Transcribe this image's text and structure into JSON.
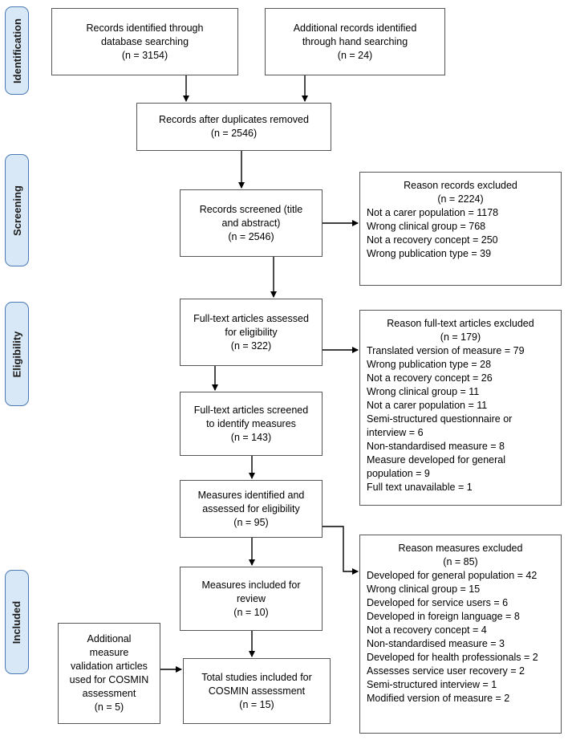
{
  "stages": {
    "identification": "Identification",
    "screening": "Screening",
    "eligibility": "Eligibility",
    "included": "Included"
  },
  "boxes": {
    "db_search": {
      "lines": [
        "Records identified through",
        "database searching",
        "(n = 3154)"
      ]
    },
    "hand_search": {
      "lines": [
        "Additional records identified",
        "through hand searching",
        "(n = 24)"
      ]
    },
    "after_dupes": {
      "lines": [
        "Records after duplicates removed",
        "(n = 2546)"
      ]
    },
    "screened": {
      "lines": [
        "Records screened (title",
        "and abstract)",
        "(n = 2546)"
      ]
    },
    "fulltext_assessed": {
      "lines": [
        "Full-text articles assessed",
        "for eligibility",
        "(n = 322)"
      ]
    },
    "fulltext_screened": {
      "lines": [
        "Full-text articles screened",
        "to identify measures",
        "(n = 143)"
      ]
    },
    "measures_identified": {
      "lines": [
        "Measures identified and",
        "assessed for eligibility",
        "(n = 95)"
      ]
    },
    "measures_included": {
      "lines": [
        "Measures included for",
        "review",
        "(n = 10)"
      ]
    },
    "additional_validation": {
      "lines": [
        "Additional",
        "measure",
        "validation articles",
        "used for COSMIN",
        "assessment",
        "(n = 5)"
      ]
    },
    "total_studies": {
      "lines": [
        "Total studies included for",
        "COSMIN assessment",
        "(n = 15)"
      ]
    }
  },
  "exclusions": {
    "records": {
      "heading": [
        "Reason records excluded",
        "(n = 2224)"
      ],
      "items": [
        "Not a carer population = 1178",
        "Wrong clinical group = 768",
        "Not a recovery concept = 250",
        "Wrong publication type = 39"
      ]
    },
    "fulltext": {
      "heading": [
        "Reason full-text articles excluded",
        "(n = 179)"
      ],
      "items": [
        "Translated version of measure = 79",
        "Wrong publication type = 28",
        "Not a recovery concept = 26",
        "Wrong clinical group = 11",
        "Not a carer population = 11",
        "Semi-structured questionnaire or",
        "interview = 6",
        "Non-standardised measure = 8",
        "Measure developed for general",
        "population = 9",
        "Full text unavailable = 1"
      ]
    },
    "measures": {
      "heading": [
        "Reason measures excluded",
        "(n = 85)"
      ],
      "items": [
        "Developed for general population = 42",
        "Wrong clinical group = 15",
        "Developed for service users = 6",
        "Developed in foreign language = 8",
        "Not a recovery concept = 4",
        "Non-standardised measure = 3",
        "Developed for health professionals = 2",
        "Assesses service user recovery = 2",
        "Semi-structured interview = 1",
        "Modified version of measure = 2"
      ]
    }
  }
}
